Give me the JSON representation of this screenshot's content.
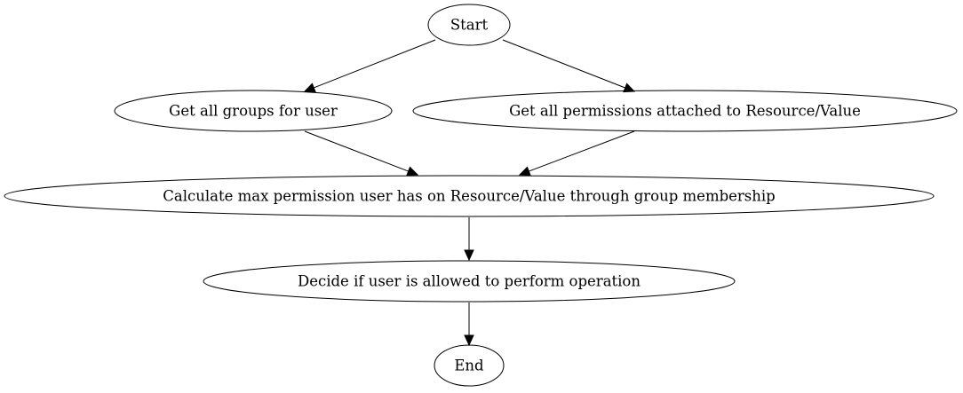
{
  "diagram": {
    "type": "flowchart",
    "nodes": [
      {
        "id": "start",
        "label": "Start"
      },
      {
        "id": "groups",
        "label": "Get all groups for user"
      },
      {
        "id": "permissions",
        "label": "Get all permissions attached to Resource/Value"
      },
      {
        "id": "calculate",
        "label": "Calculate max permission user has on Resource/Value through group membership"
      },
      {
        "id": "decide",
        "label": "Decide if user is allowed to perform operation"
      },
      {
        "id": "end",
        "label": "End"
      }
    ],
    "edges": [
      {
        "from": "start",
        "to": "groups"
      },
      {
        "from": "start",
        "to": "permissions"
      },
      {
        "from": "groups",
        "to": "calculate"
      },
      {
        "from": "permissions",
        "to": "calculate"
      },
      {
        "from": "calculate",
        "to": "decide"
      },
      {
        "from": "decide",
        "to": "end"
      }
    ]
  }
}
